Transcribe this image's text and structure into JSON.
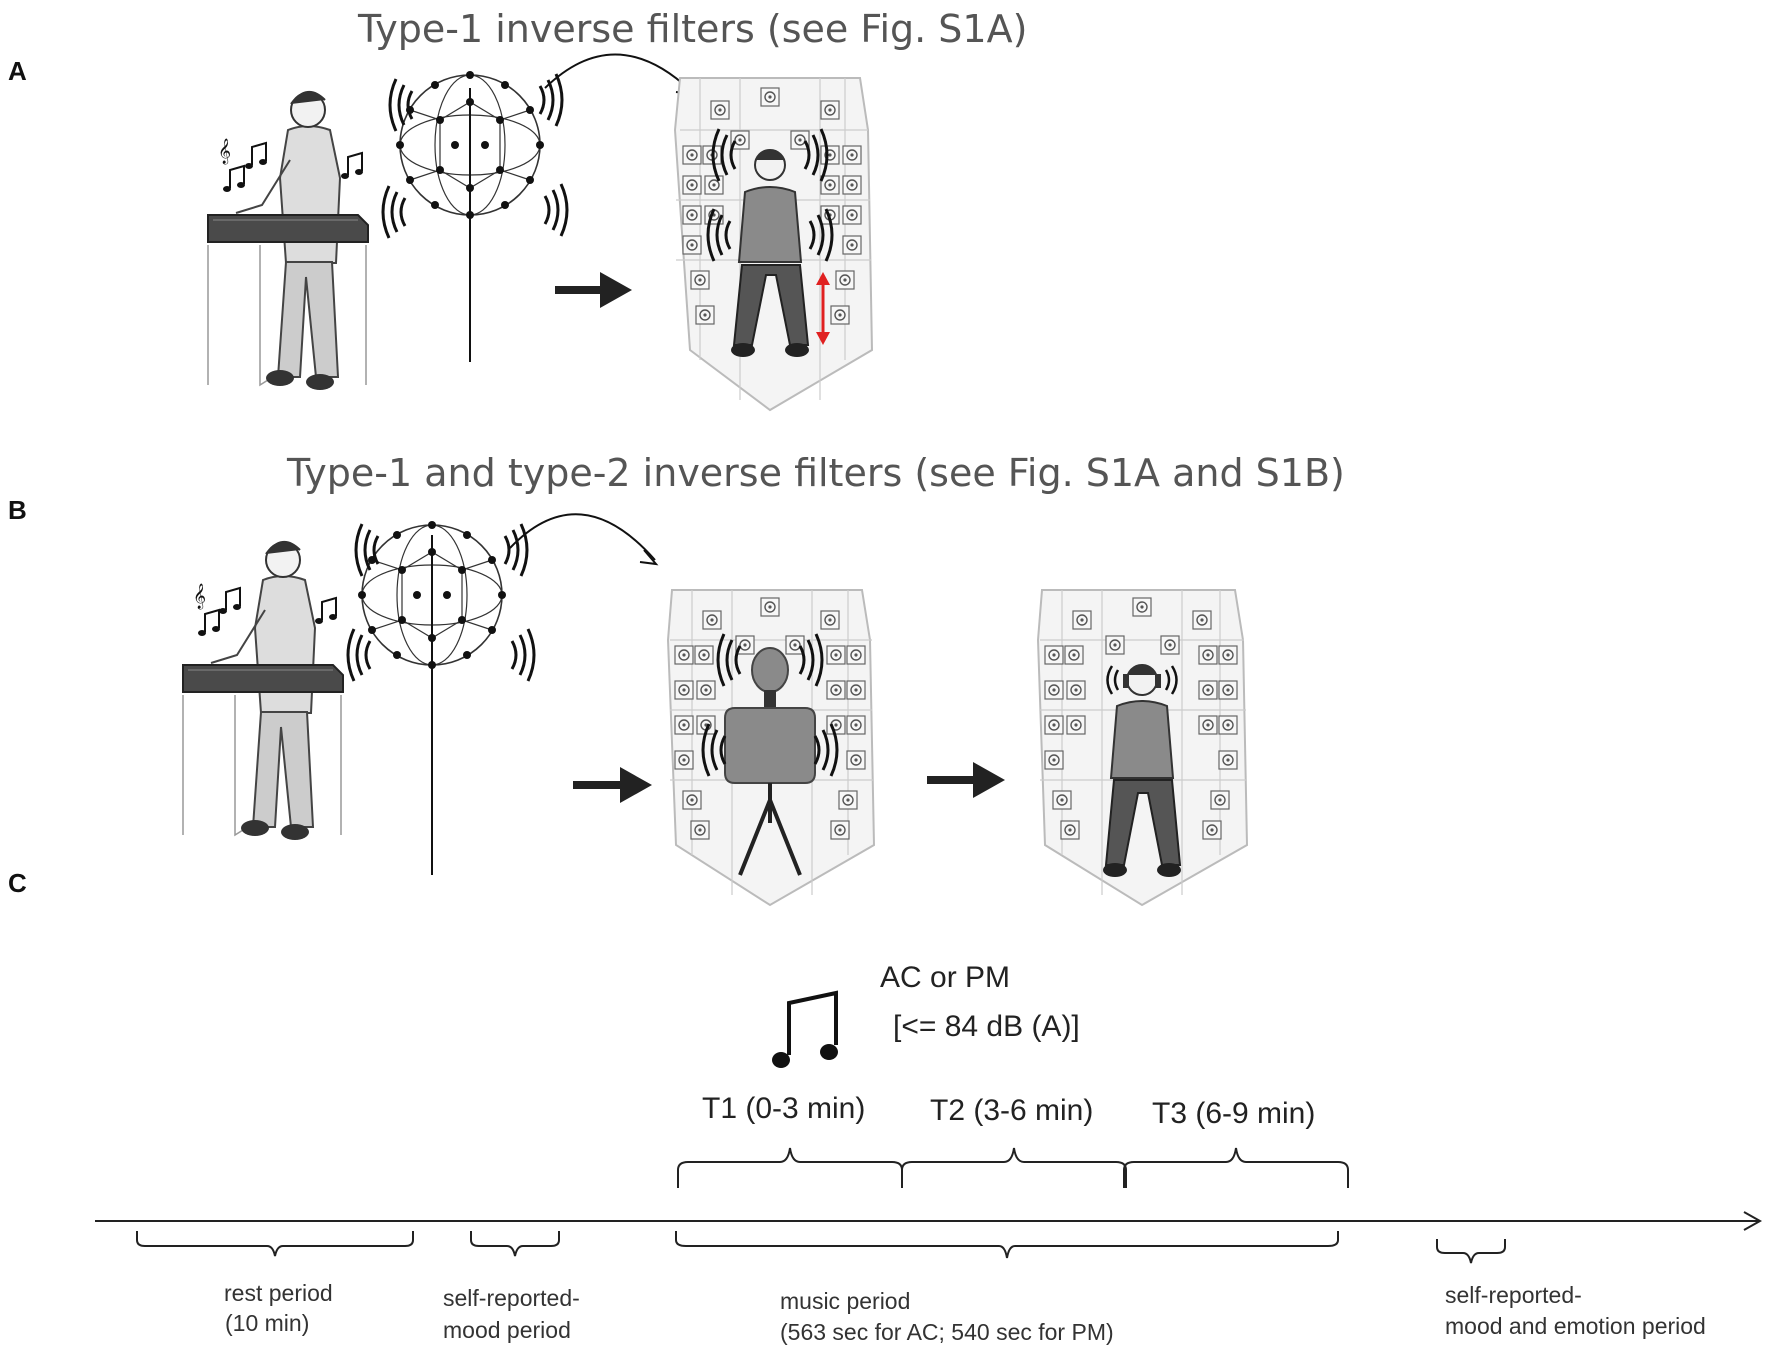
{
  "panels": {
    "a": {
      "label": "A",
      "heading": "Type-1 inverse filters  (see Fig. S1A)"
    },
    "b": {
      "label": "B",
      "heading": "Type-1 and type-2 inverse filters (see Fig. S1A and S1B)"
    },
    "c": {
      "label": "C"
    }
  },
  "music": {
    "condition": "AC or PM",
    "level": "[<= 84 dB (A)]"
  },
  "timeline": {
    "t_blocks": [
      "T1 (0-3 min)",
      "T2 (3-6 min)",
      "T3 (6-9 min)"
    ],
    "rest_line1": "rest period",
    "rest_line2": "(10 min)",
    "mood1_line1": "self-reported-",
    "mood1_line2": "mood period",
    "music_line1": "music period",
    "music_line2": "(563 sec for AC; 540 sec for PM)",
    "mood2_line1": "self-reported-",
    "mood2_line2": "mood and emotion period"
  },
  "colors": {
    "arrow_red": "#e02020",
    "ink": "#222222",
    "cabinet_fill": "#f3f3f3"
  }
}
